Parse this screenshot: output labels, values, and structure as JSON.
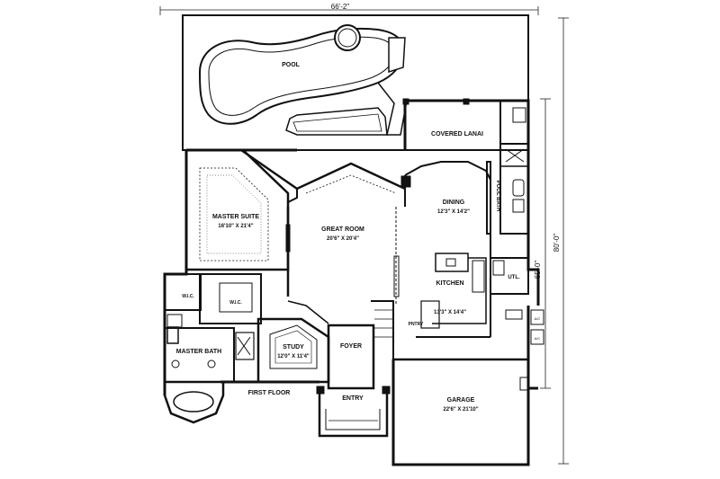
{
  "dimensions": {
    "overall_width": "66'-2\"",
    "right_depth_outer": "80'-0\"",
    "right_depth_inner": "65'-0\""
  },
  "floor_label": "FIRST FLOOR",
  "rooms": {
    "pool": {
      "name": "POOL"
    },
    "covered_lanai": {
      "name": "COVERED LANAI"
    },
    "master_suite": {
      "name": "MASTER SUITE",
      "size": "16'10\" X 21'4\""
    },
    "great_room": {
      "name": "GREAT ROOM",
      "size": "20'6\" X 20'4\""
    },
    "dining": {
      "name": "DINING",
      "size": "12'3\" X 14'2\""
    },
    "pool_bath": {
      "name": "POOL BATH"
    },
    "utility": {
      "name": "UTL."
    },
    "kitchen": {
      "name": "KITCHEN",
      "size": "13'3\" X 14'4\""
    },
    "pantry": {
      "name": "PNTRY"
    },
    "wic_1": {
      "name": "W.I.C."
    },
    "wic_2": {
      "name": "W.I.C."
    },
    "master_bath": {
      "name": "MASTER BATH"
    },
    "study": {
      "name": "STUDY",
      "size": "12'0\" X 11'4\""
    },
    "foyer": {
      "name": "FOYER"
    },
    "entry": {
      "name": "ENTRY"
    },
    "garage": {
      "name": "GARAGE",
      "size": "22'6\" X 21'10\""
    },
    "ac_1": {
      "name": "A/C"
    },
    "ac_2": {
      "name": "A/C"
    }
  }
}
